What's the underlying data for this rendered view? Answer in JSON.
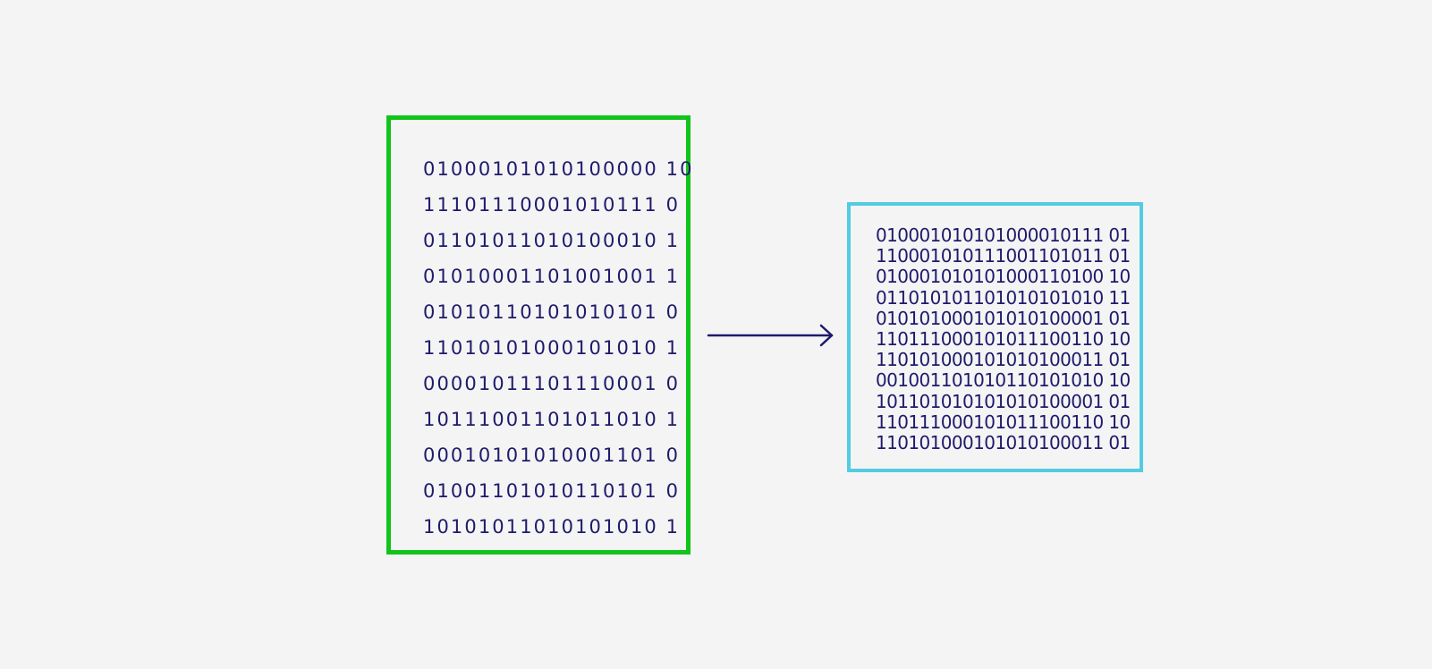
{
  "source": {
    "lines": [
      "01000101010100000 10",
      "11101110001010111 0",
      "01101011010100010 1",
      "01010001101001001 1",
      "01010110101010101 0",
      "11010101000101010 1",
      "00001011101110001 0",
      "10111001101011010 1",
      "00010101010001101 0",
      "01001101010110101 0",
      "10101011010101010 1"
    ],
    "border_color": "#11c41b"
  },
  "target": {
    "lines": [
      "010001010101000010111 01",
      "110001010111001101011 01",
      "010001010101000110100 10",
      "011010101101010101010 11",
      "010101000101010100001 01",
      "110111000101011100110 10",
      "110101000101010100011 01",
      "001001101010110101010 10",
      "101101010101010100001 01",
      "110111000101011100110 10",
      "110101000101010100011 01"
    ],
    "border_color": "#53cbe0"
  },
  "arrow": {
    "icon": "arrow-right-icon",
    "color": "#1e1a6b"
  }
}
